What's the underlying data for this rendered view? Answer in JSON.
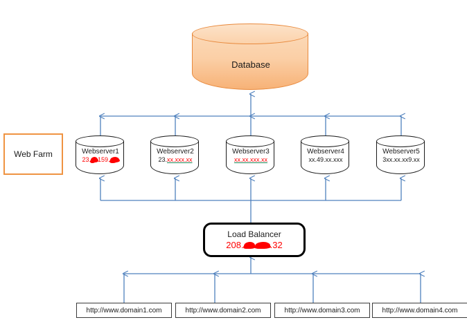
{
  "diagram": {
    "title": "Web Farm Architecture Diagram",
    "colors": {
      "database_fill": "#fbcfa6",
      "database_stroke": "#e8893c",
      "connector": "#4f81bd",
      "webfarm_border": "#ef9341",
      "redaction": "#ff0000",
      "node_stroke": "#1a1a1a"
    }
  },
  "database": {
    "label": "Database",
    "shape": "cylinder"
  },
  "webfarm": {
    "label": "Web Farm"
  },
  "servers": [
    {
      "name": "Webserver1",
      "ip_prefix": "23.",
      "ip_mid": "159.",
      "ip_redacted": true,
      "ip_text": "23.xxx.159.xxx"
    },
    {
      "name": "Webserver2",
      "ip_prefix": "23.",
      "ip_masked": "xx.xxx.xx",
      "ip_text": "23.xx.xxx.xx"
    },
    {
      "name": "Webserver3",
      "ip_masked": "xx.xx.xxx.xx",
      "ip_text": "xx.xx.xxx.xx"
    },
    {
      "name": "Webserver4",
      "ip_text": "xx.49.xx.xxx"
    },
    {
      "name": "Webserver5",
      "ip_text": "3xx.xx.xx9.xx"
    }
  ],
  "load_balancer": {
    "label": "Load Balancer",
    "ip_prefix": "208.",
    "ip_suffix": ".32",
    "ip_text": "208.xxx.xxx.32"
  },
  "domains": [
    {
      "url": "http://www.domain1.com"
    },
    {
      "url": "http://www.domain2.com"
    },
    {
      "url": "http://www.domain3.com"
    },
    {
      "url": "http://www.domain4.com"
    }
  ]
}
